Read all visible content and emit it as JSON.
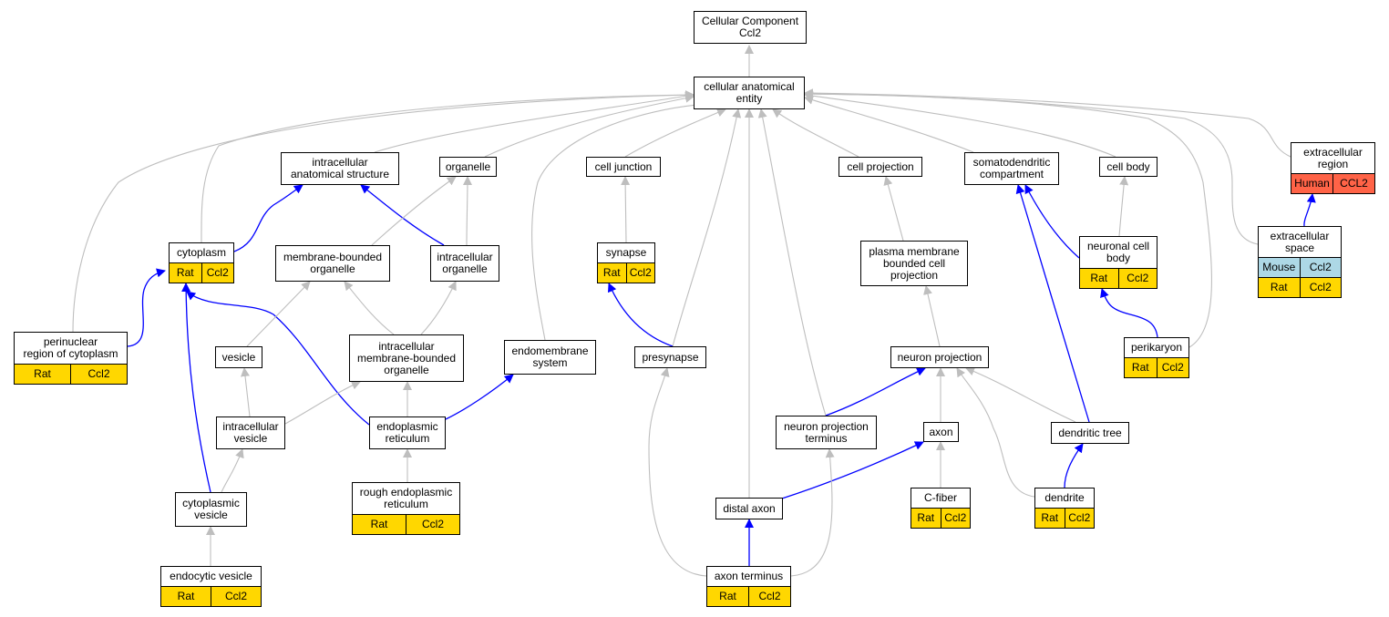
{
  "colors": {
    "rat": "#FFD700",
    "mouse": "#ADD8E6",
    "human": "#FF6347",
    "edge_grey": "#BEBEBE",
    "edge_blue": "#0000FF",
    "border": "#000000"
  },
  "nodes": [
    {
      "id": "root",
      "label": "Cellular Component\nCcl2",
      "annotations": []
    },
    {
      "id": "cae",
      "label": "cellular anatomical\nentity",
      "annotations": []
    },
    {
      "id": "ias",
      "label": "intracellular\nanatomical structure",
      "annotations": []
    },
    {
      "id": "organelle",
      "label": "organelle",
      "annotations": []
    },
    {
      "id": "celljunction",
      "label": "cell junction",
      "annotations": []
    },
    {
      "id": "cellprojection",
      "label": "cell projection",
      "annotations": []
    },
    {
      "id": "somato",
      "label": "somatodendritic\ncompartment",
      "annotations": []
    },
    {
      "id": "cellbody",
      "label": "cell body",
      "annotations": []
    },
    {
      "id": "extraregion",
      "label": "extracellular\nregion",
      "annotations": [
        [
          {
            "species": "Human",
            "gene": "CCL2"
          }
        ]
      ]
    },
    {
      "id": "cytoplasm",
      "label": "cytoplasm",
      "annotations": [
        [
          {
            "species": "Rat",
            "gene": "Ccl2"
          }
        ]
      ]
    },
    {
      "id": "mbo",
      "label": "membrane-bounded\norganelle",
      "annotations": []
    },
    {
      "id": "intraorganelle",
      "label": "intracellular\norganelle",
      "annotations": []
    },
    {
      "id": "synapse",
      "label": "synapse",
      "annotations": [
        [
          {
            "species": "Rat",
            "gene": "Ccl2"
          }
        ]
      ]
    },
    {
      "id": "pmbcp",
      "label": "plasma membrane\nbounded cell\nprojection",
      "annotations": []
    },
    {
      "id": "ncb",
      "label": "neuronal cell\nbody",
      "annotations": [
        [
          {
            "species": "Rat",
            "gene": "Ccl2"
          }
        ]
      ]
    },
    {
      "id": "extraspace",
      "label": "extracellular\nspace",
      "annotations": [
        [
          {
            "species": "Mouse",
            "gene": "Ccl2"
          }
        ],
        [
          {
            "species": "Rat",
            "gene": "Ccl2"
          }
        ]
      ]
    },
    {
      "id": "perinuclear",
      "label": "perinuclear\nregion of cytoplasm",
      "annotations": [
        [
          {
            "species": "Rat",
            "gene": "Ccl2"
          }
        ]
      ]
    },
    {
      "id": "vesicle",
      "label": "vesicle",
      "annotations": []
    },
    {
      "id": "imbo",
      "label": "intracellular\nmembrane-bounded\norganelle",
      "annotations": []
    },
    {
      "id": "endomembrane",
      "label": "endomembrane\nsystem",
      "annotations": []
    },
    {
      "id": "presynapse",
      "label": "presynapse",
      "annotations": []
    },
    {
      "id": "neuronprojection",
      "label": "neuron projection",
      "annotations": []
    },
    {
      "id": "perikaryon",
      "label": "perikaryon",
      "annotations": [
        [
          {
            "species": "Rat",
            "gene": "Ccl2"
          }
        ]
      ]
    },
    {
      "id": "intravesicle",
      "label": "intracellular\nvesicle",
      "annotations": []
    },
    {
      "id": "er",
      "label": "endoplasmic\nreticulum",
      "annotations": []
    },
    {
      "id": "npt",
      "label": "neuron projection\nterminus",
      "annotations": []
    },
    {
      "id": "axon",
      "label": "axon",
      "annotations": []
    },
    {
      "id": "dendritictree",
      "label": "dendritic tree",
      "annotations": []
    },
    {
      "id": "rer",
      "label": "rough endoplasmic\nreticulum",
      "annotations": [
        [
          {
            "species": "Rat",
            "gene": "Ccl2"
          }
        ]
      ]
    },
    {
      "id": "cytovesicle",
      "label": "cytoplasmic\nvesicle",
      "annotations": []
    },
    {
      "id": "cfiber",
      "label": "C-fiber",
      "annotations": [
        [
          {
            "species": "Rat",
            "gene": "Ccl2"
          }
        ]
      ]
    },
    {
      "id": "dendrite",
      "label": "dendrite",
      "annotations": [
        [
          {
            "species": "Rat",
            "gene": "Ccl2"
          }
        ]
      ]
    },
    {
      "id": "distalaxon",
      "label": "distal axon",
      "annotations": []
    },
    {
      "id": "endovesicle",
      "label": "endocytic vesicle",
      "annotations": [
        [
          {
            "species": "Rat",
            "gene": "Ccl2"
          }
        ]
      ]
    },
    {
      "id": "axonterminus",
      "label": "axon terminus",
      "annotations": [
        [
          {
            "species": "Rat",
            "gene": "Ccl2"
          }
        ]
      ]
    }
  ],
  "edges": [
    {
      "from": "cae",
      "to": "root",
      "color": "grey"
    },
    {
      "from": "ias",
      "to": "cae",
      "color": "grey"
    },
    {
      "from": "organelle",
      "to": "cae",
      "color": "grey"
    },
    {
      "from": "celljunction",
      "to": "cae",
      "color": "grey"
    },
    {
      "from": "cellprojection",
      "to": "cae",
      "color": "grey"
    },
    {
      "from": "somato",
      "to": "cae",
      "color": "grey"
    },
    {
      "from": "cellbody",
      "to": "cae",
      "color": "grey"
    },
    {
      "from": "extraregion",
      "to": "cae",
      "color": "grey"
    },
    {
      "from": "cytoplasm",
      "to": "cae",
      "color": "grey"
    },
    {
      "from": "perinuclear",
      "to": "cae",
      "color": "grey"
    },
    {
      "from": "endomembrane",
      "to": "cae",
      "color": "grey"
    },
    {
      "from": "presynapse",
      "to": "cae",
      "color": "grey"
    },
    {
      "from": "distalaxon",
      "to": "cae",
      "color": "grey"
    },
    {
      "from": "npt",
      "to": "cae",
      "color": "grey"
    },
    {
      "from": "perikaryon",
      "to": "cae",
      "color": "grey"
    },
    {
      "from": "extraspace",
      "to": "cae",
      "color": "grey"
    },
    {
      "from": "cytoplasm",
      "to": "ias",
      "color": "blue"
    },
    {
      "from": "intraorganelle",
      "to": "ias",
      "color": "blue"
    },
    {
      "from": "mbo",
      "to": "organelle",
      "color": "grey"
    },
    {
      "from": "intraorganelle",
      "to": "organelle",
      "color": "grey"
    },
    {
      "from": "synapse",
      "to": "celljunction",
      "color": "grey"
    },
    {
      "from": "pmbcp",
      "to": "cellprojection",
      "color": "grey"
    },
    {
      "from": "ncb",
      "to": "somato",
      "color": "blue"
    },
    {
      "from": "dendritictree",
      "to": "somato",
      "color": "blue"
    },
    {
      "from": "ncb",
      "to": "cellbody",
      "color": "grey"
    },
    {
      "from": "extraspace",
      "to": "extraregion",
      "color": "blue"
    },
    {
      "from": "perinuclear",
      "to": "cytoplasm",
      "color": "blue"
    },
    {
      "from": "cytovesicle",
      "to": "cytoplasm",
      "color": "blue"
    },
    {
      "from": "er",
      "to": "cytoplasm",
      "color": "blue"
    },
    {
      "from": "vesicle",
      "to": "mbo",
      "color": "grey"
    },
    {
      "from": "imbo",
      "to": "mbo",
      "color": "grey"
    },
    {
      "from": "imbo",
      "to": "intraorganelle",
      "color": "grey"
    },
    {
      "from": "presynapse",
      "to": "synapse",
      "color": "blue"
    },
    {
      "from": "neuronprojection",
      "to": "pmbcp",
      "color": "grey"
    },
    {
      "from": "perikaryon",
      "to": "ncb",
      "color": "blue"
    },
    {
      "from": "intravesicle",
      "to": "vesicle",
      "color": "grey"
    },
    {
      "from": "intravesicle",
      "to": "imbo",
      "color": "grey"
    },
    {
      "from": "er",
      "to": "imbo",
      "color": "grey"
    },
    {
      "from": "er",
      "to": "endomembrane",
      "color": "blue"
    },
    {
      "from": "npt",
      "to": "neuronprojection",
      "color": "blue"
    },
    {
      "from": "axon",
      "to": "neuronprojection",
      "color": "grey"
    },
    {
      "from": "dendritictree",
      "to": "neuronprojection",
      "color": "grey"
    },
    {
      "from": "dendrite",
      "to": "neuronprojection",
      "color": "grey"
    },
    {
      "from": "cytovesicle",
      "to": "intravesicle",
      "color": "grey"
    },
    {
      "from": "rer",
      "to": "er",
      "color": "grey"
    },
    {
      "from": "distalaxon",
      "to": "axon",
      "color": "blue"
    },
    {
      "from": "cfiber",
      "to": "axon",
      "color": "grey"
    },
    {
      "from": "dendrite",
      "to": "dendritictree",
      "color": "blue"
    },
    {
      "from": "endovesicle",
      "to": "cytovesicle",
      "color": "grey"
    },
    {
      "from": "axonterminus",
      "to": "distalaxon",
      "color": "blue"
    },
    {
      "from": "axonterminus",
      "to": "npt",
      "color": "grey"
    },
    {
      "from": "axonterminus",
      "to": "presynapse",
      "color": "grey"
    }
  ]
}
